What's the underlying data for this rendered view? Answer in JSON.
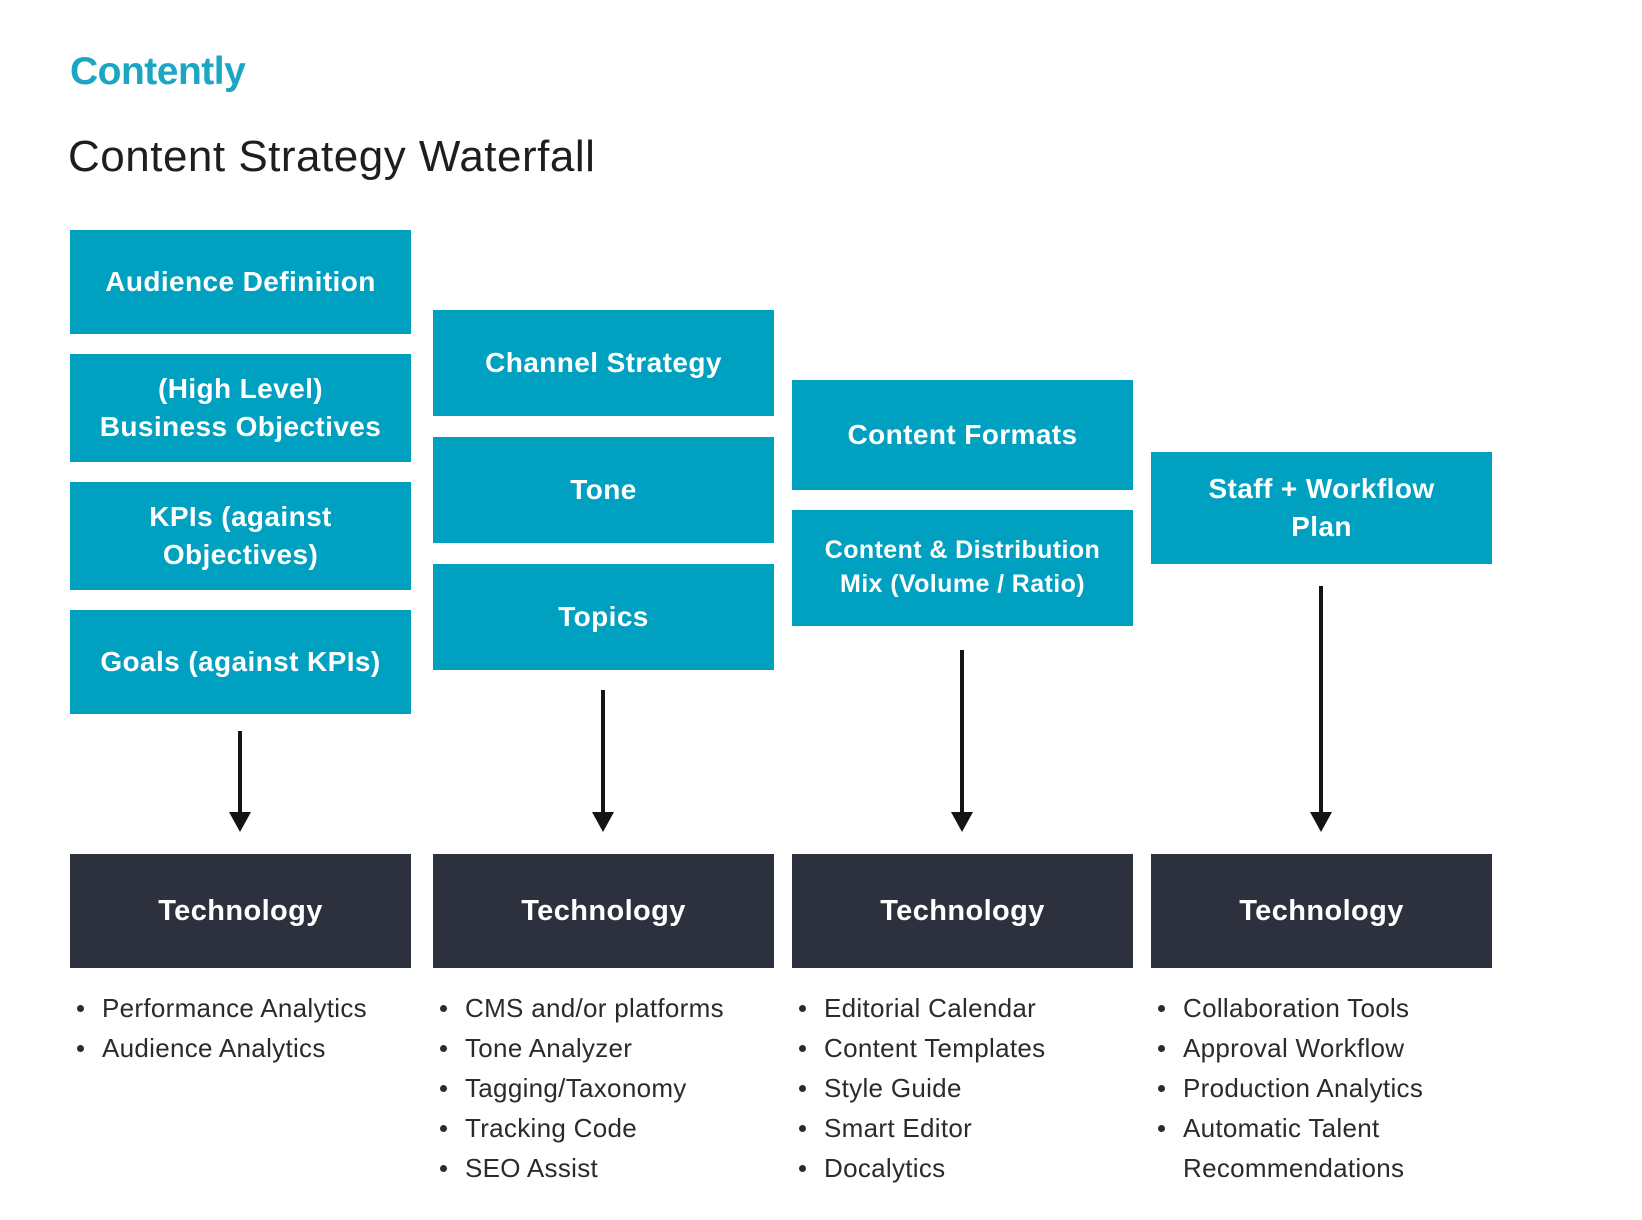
{
  "logo": "Contently",
  "title": "Content Strategy Waterfall",
  "tech_label": "Technology",
  "colors": {
    "teal_box": "#00a0c0",
    "logo_teal": "#1ba6c4",
    "dark_box": "#2d313e",
    "arrow": "#141414",
    "title_text": "#1e1e1e",
    "list_text": "#2b2b2b"
  },
  "icons": {
    "arrow": "down-arrow",
    "bullet": "dot"
  },
  "columns": [
    {
      "name": "objectives",
      "boxes": [
        "Audience Definition",
        "(High Level)\nBusiness Objectives",
        "KPIs (against\nObjectives)",
        "Goals (against KPIs)"
      ],
      "tech_items": [
        "Performance Analytics",
        "Audience Analytics"
      ]
    },
    {
      "name": "channel",
      "boxes": [
        "Channel Strategy",
        "Tone",
        "Topics"
      ],
      "tech_items": [
        "CMS and/or platforms",
        "Tone Analyzer",
        "Tagging/Taxonomy",
        "Tracking Code",
        "SEO Assist"
      ]
    },
    {
      "name": "formats",
      "boxes": [
        "Content Formats",
        "Content & Distribution\nMix (Volume / Ratio)"
      ],
      "tech_items": [
        "Editorial Calendar",
        "Content Templates",
        "Style Guide",
        "Smart Editor",
        "Docalytics"
      ]
    },
    {
      "name": "staff",
      "boxes": [
        "Staff + Workflow\nPlan"
      ],
      "tech_items": [
        "Collaboration Tools",
        "Approval Workflow",
        "Production Analytics",
        "Automatic Talent Recommendations"
      ]
    }
  ]
}
